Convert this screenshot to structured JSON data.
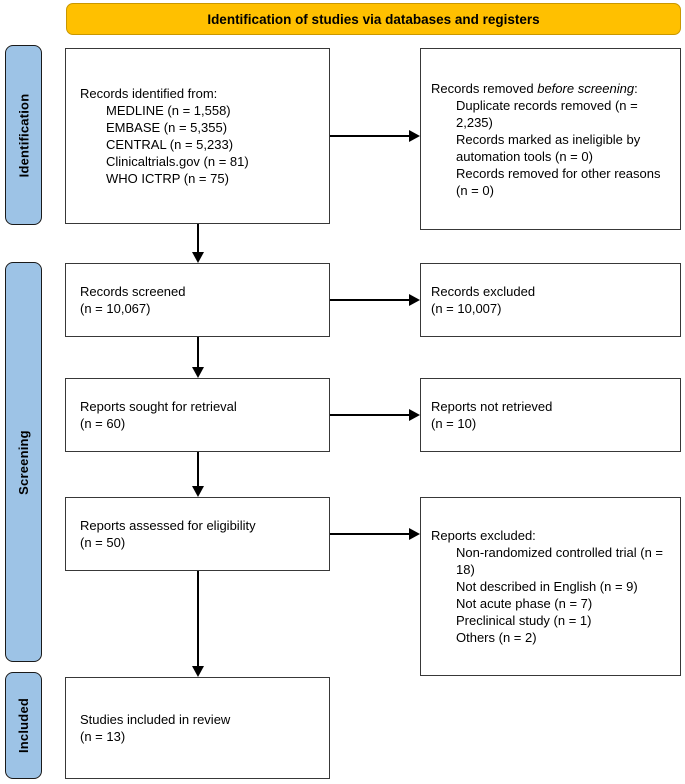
{
  "banner": {
    "label": "Identification of studies via databases and registers"
  },
  "colors": {
    "banner_fill": "#FFC000",
    "banner_border": "#C99700",
    "sidebar_fill": "#9DC3E6",
    "sidebar_border": "#1a1a1a",
    "box_border": "#383838",
    "arrow": "#000000"
  },
  "sidebar": {
    "items": [
      {
        "label": "Identification"
      },
      {
        "label": "Screening"
      },
      {
        "label": "Included"
      }
    ]
  },
  "boxes": {
    "identified": {
      "title": "Records identified from:",
      "items": [
        "MEDLINE (n = 1,558)",
        "EMBASE (n = 5,355)",
        "CENTRAL (n = 5,233)",
        "Clinicaltrials.gov (n = 81)",
        "WHO ICTRP (n = 75)"
      ]
    },
    "removed": {
      "title_prefix": "Records removed ",
      "title_italic": "before screening",
      "title_suffix": ":",
      "items": [
        "Duplicate records removed (n = 2,235)",
        "Records marked as ineligible by automation tools (n = 0)",
        "Records removed for other reasons (n = 0)"
      ]
    },
    "screened": {
      "line1": "Records screened",
      "line2": "(n = 10,067)"
    },
    "excluded_records": {
      "line1": "Records excluded",
      "line2": "(n = 10,007)"
    },
    "sought": {
      "line1": "Reports sought for retrieval",
      "line2": "(n = 60)"
    },
    "not_retrieved": {
      "line1": "Reports not retrieved",
      "line2": "(n = 10)"
    },
    "assessed": {
      "line1": "Reports assessed for eligibility",
      "line2": "(n = 50)"
    },
    "reports_excluded": {
      "title": "Reports excluded:",
      "items": [
        "Non-randomized controlled trial (n = 18)",
        "Not described in English (n = 9)",
        "Not acute phase (n = 7)",
        "Preclinical study (n = 1)",
        "Others (n = 2)"
      ]
    },
    "included": {
      "line1": "Studies included in review",
      "line2": "(n = 13)"
    }
  }
}
